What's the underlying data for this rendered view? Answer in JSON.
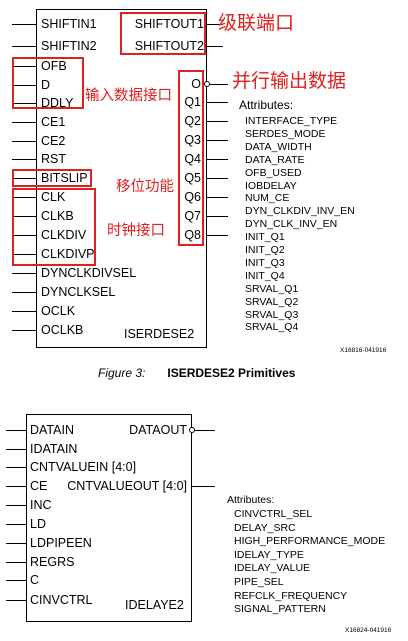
{
  "iserdes": {
    "name": "ISERDESE2",
    "left_pins": [
      "SHIFTIN1",
      "SHIFTIN2",
      "OFB",
      "D",
      "DDLY",
      "CE1",
      "CE2",
      "RST",
      "BITSLIP",
      "CLK",
      "CLKB",
      "CLKDIV",
      "CLKDIVP",
      "DYNCLKDIVSEL",
      "DYNCLKSEL",
      "OCLK",
      "OCLKB"
    ],
    "right_top_pins": [
      "SHIFTOUT1",
      "SHIFTOUT2"
    ],
    "right_q_pins": [
      "O",
      "Q1",
      "Q2",
      "Q3",
      "Q4",
      "Q5",
      "Q6",
      "Q7",
      "Q8"
    ],
    "attributes_title": "Attributes:",
    "attributes": [
      "INTERFACE_TYPE",
      "SERDES_MODE",
      "DATA_WIDTH",
      "DATA_RATE",
      "OFB_USED",
      "IOBDELAY",
      "NUM_CE",
      "DYN_CLKDIV_INV_EN",
      "DYN_CLK_INV_EN",
      "INIT_Q1",
      "INIT_Q2",
      "INIT_Q3",
      "INIT_Q4",
      "SRVAL_Q1",
      "SRVAL_Q2",
      "SRVAL_Q3",
      "SRVAL_Q4"
    ],
    "figure_id": "X16816-041916"
  },
  "annotations": {
    "cascade_port": "级联端口",
    "parallel_output": "并行输出数据",
    "input_data_port": "输入数据接口",
    "shift_function": "移位功能",
    "clock_port": "时钟接口"
  },
  "caption": {
    "figure_number": "Figure 3:",
    "figure_title": "ISERDESE2 Primitives"
  },
  "idelay": {
    "name": "IDELAYE2",
    "left_pins": [
      "DATAIN",
      "IDATAIN",
      "CNTVALUEIN [4:0]",
      "CE",
      "INC",
      "LD",
      "LDPIPEEN",
      "REGRS",
      "C",
      "CINVCTRL"
    ],
    "right_pins": [
      "DATAOUT",
      "CNTVALUEOUT [4:0]"
    ],
    "attributes_title": "Attributes:",
    "attributes": [
      "CINVCTRL_SEL",
      "DELAY_SRC",
      "HIGH_PERFORMANCE_MODE",
      "IDELAY_TYPE",
      "IDELAY_VALUE",
      "PIPE_SEL",
      "REFCLK_FREQUENCY",
      "SIGNAL_PATTERN"
    ],
    "figure_id": "X16824-041916"
  }
}
